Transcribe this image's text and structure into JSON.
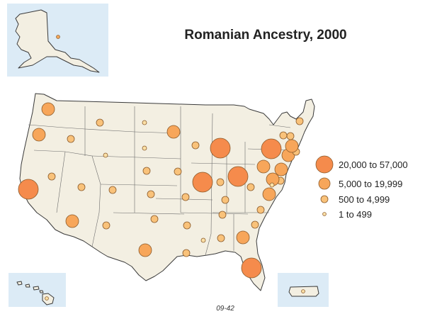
{
  "title": "Romanian Ancestry, 2000",
  "figure_code": "09-42",
  "legend": [
    {
      "label": "20,000 to 57,000",
      "class": "c1",
      "color": "#f58b4c"
    },
    {
      "label": "5,000 to 19,999",
      "class": "c2",
      "color": "#f7a65a"
    },
    {
      "label": "500 to 4,999",
      "class": "c3",
      "color": "#f9c27a"
    },
    {
      "label": "1 to 499",
      "class": "c4",
      "color": "#fbe0a6"
    }
  ],
  "states": [
    {
      "name": "WA",
      "class": "c2"
    },
    {
      "name": "OR",
      "class": "c2"
    },
    {
      "name": "CA",
      "class": "c1"
    },
    {
      "name": "NV",
      "class": "c3"
    },
    {
      "name": "ID",
      "class": "c3"
    },
    {
      "name": "MT",
      "class": "c3"
    },
    {
      "name": "WY",
      "class": "c4"
    },
    {
      "name": "UT",
      "class": "c3"
    },
    {
      "name": "CO",
      "class": "c3"
    },
    {
      "name": "AZ",
      "class": "c2"
    },
    {
      "name": "NM",
      "class": "c3"
    },
    {
      "name": "ND",
      "class": "c4"
    },
    {
      "name": "SD",
      "class": "c4"
    },
    {
      "name": "NE",
      "class": "c3"
    },
    {
      "name": "KS",
      "class": "c3"
    },
    {
      "name": "OK",
      "class": "c3"
    },
    {
      "name": "TX",
      "class": "c2"
    },
    {
      "name": "MN",
      "class": "c2"
    },
    {
      "name": "IA",
      "class": "c3"
    },
    {
      "name": "MO",
      "class": "c3"
    },
    {
      "name": "AR",
      "class": "c3"
    },
    {
      "name": "LA",
      "class": "c3"
    },
    {
      "name": "WI",
      "class": "c3"
    },
    {
      "name": "IL",
      "class": "c1"
    },
    {
      "name": "MI",
      "class": "c1"
    },
    {
      "name": "IN",
      "class": "c3"
    },
    {
      "name": "OH",
      "class": "c1"
    },
    {
      "name": "KY",
      "class": "c3"
    },
    {
      "name": "TN",
      "class": "c3"
    },
    {
      "name": "MS",
      "class": "c4"
    },
    {
      "name": "AL",
      "class": "c3"
    },
    {
      "name": "GA",
      "class": "c2"
    },
    {
      "name": "FL",
      "class": "c1"
    },
    {
      "name": "SC",
      "class": "c3"
    },
    {
      "name": "NC",
      "class": "c3"
    },
    {
      "name": "VA",
      "class": "c2"
    },
    {
      "name": "WV",
      "class": "c3"
    },
    {
      "name": "PA",
      "class": "c2"
    },
    {
      "name": "NY",
      "class": "c1"
    },
    {
      "name": "NJ",
      "class": "c2"
    },
    {
      "name": "DE",
      "class": "c3"
    },
    {
      "name": "MD",
      "class": "c2"
    },
    {
      "name": "DC",
      "class": "c4"
    },
    {
      "name": "CT",
      "class": "c2"
    },
    {
      "name": "RI",
      "class": "c3"
    },
    {
      "name": "MA",
      "class": "c2"
    },
    {
      "name": "VT",
      "class": "c3"
    },
    {
      "name": "NH",
      "class": "c3"
    },
    {
      "name": "ME",
      "class": "c3"
    },
    {
      "name": "AK",
      "class": "c4"
    },
    {
      "name": "HI",
      "class": "c4"
    },
    {
      "name": "PR",
      "class": "c4"
    }
  ]
}
